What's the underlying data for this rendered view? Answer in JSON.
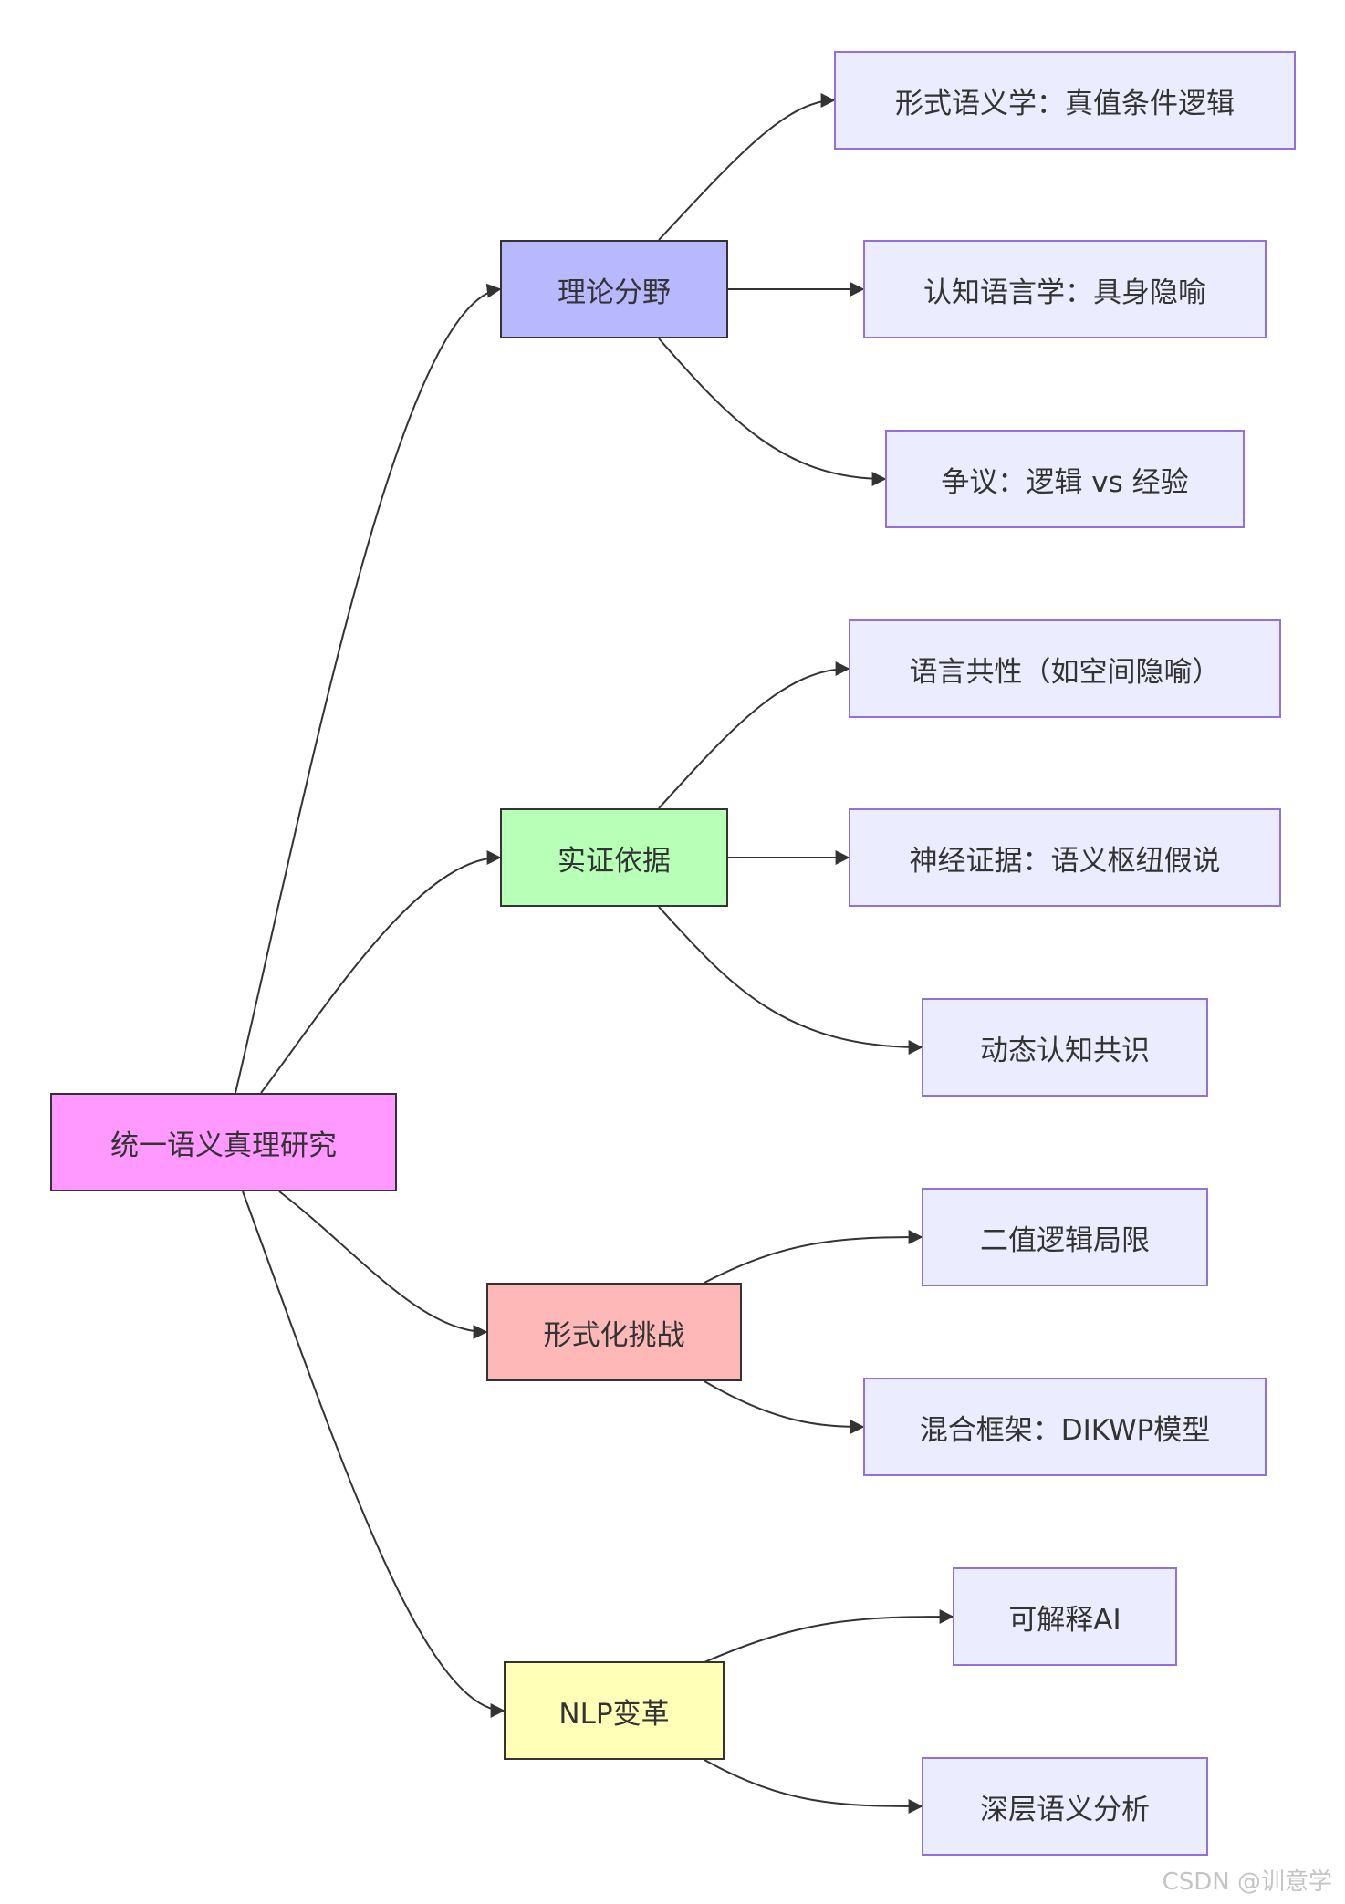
{
  "diagram": {
    "root": {
      "label": "统一语义真理研究"
    },
    "branches": [
      {
        "label": "理论分野",
        "color": "#b8b8ff",
        "children": [
          "形式语义学：真值条件逻辑",
          "认知语言学：具身隐喻",
          "争议：逻辑 vs 经验"
        ]
      },
      {
        "label": "实证依据",
        "color": "#b8ffb8",
        "children": [
          "语言共性（如空间隐喻）",
          "神经证据：语义枢纽假说",
          "动态认知共识"
        ]
      },
      {
        "label": "形式化挑战",
        "color": "#ffb8b8",
        "children": [
          "二值逻辑局限",
          "混合框架：DIKWP模型"
        ]
      },
      {
        "label": "NLP变革",
        "color": "#ffffb8",
        "children": [
          "可解释AI",
          "深层语义分析"
        ]
      }
    ]
  },
  "colors": {
    "root_fill": "#ff99ff",
    "leaf_fill": "#ececff",
    "leaf_border": "#9370db",
    "edge": "#333333"
  },
  "watermark": "CSDN @训意学"
}
